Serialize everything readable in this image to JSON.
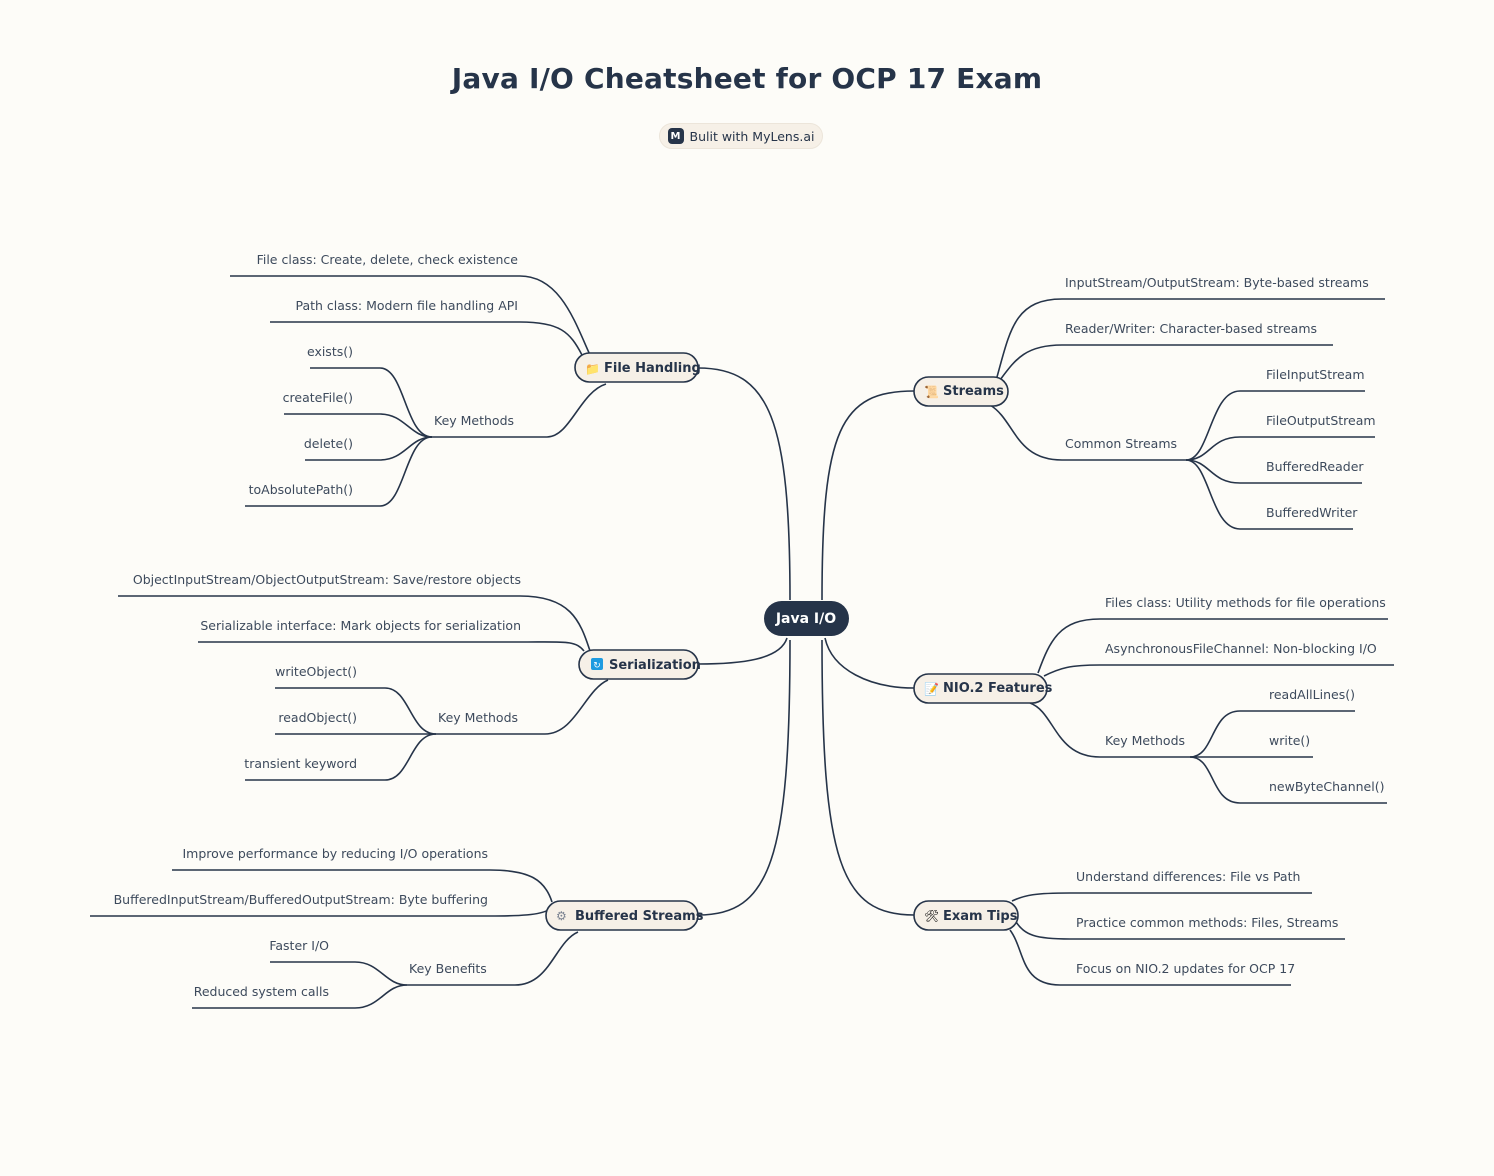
{
  "title": "Java I/O Cheatsheet for OCP 17 Exam",
  "badge": {
    "logo": "M",
    "text": "Bulit with MyLens.ai"
  },
  "colors": {
    "ink": "#263449",
    "node_fill": "#f6f0e7",
    "background": "#fdfcf8"
  },
  "root": {
    "label": "Java I/O"
  },
  "branches": {
    "file_handling": {
      "icon": "folder-icon",
      "label": "File Handling",
      "items": [
        "File class: Create, delete, check existence",
        "Path class: Modern file handling API"
      ],
      "group": {
        "label": "Key Methods",
        "items": [
          "exists()",
          "createFile()",
          "delete()",
          "toAbsolutePath()"
        ]
      }
    },
    "serialization": {
      "icon": "sync-icon",
      "label": "Serialization",
      "items": [
        "ObjectInputStream/ObjectOutputStream: Save/restore objects",
        "Serializable interface: Mark objects for serialization"
      ],
      "group": {
        "label": "Key Methods",
        "items": [
          "writeObject()",
          "readObject()",
          "transient keyword"
        ]
      }
    },
    "buffered_streams": {
      "icon": "gear-icon",
      "label": "Buffered Streams",
      "items": [
        "Improve performance by reducing I/O operations",
        "BufferedInputStream/BufferedOutputStream: Byte buffering"
      ],
      "group": {
        "label": "Key Benefits",
        "items": [
          "Faster I/O",
          "Reduced system calls"
        ]
      }
    },
    "streams": {
      "icon": "scroll-icon",
      "label": "Streams",
      "items": [
        "InputStream/OutputStream: Byte-based streams",
        "Reader/Writer: Character-based streams"
      ],
      "group": {
        "label": "Common Streams",
        "items": [
          "FileInputStream",
          "FileOutputStream",
          "BufferedReader",
          "BufferedWriter"
        ]
      }
    },
    "nio2": {
      "icon": "memo-icon",
      "label": "NIO.2 Features",
      "items": [
        "Files class: Utility methods for file operations",
        "AsynchronousFileChannel: Non-blocking I/O"
      ],
      "group": {
        "label": "Key Methods",
        "items": [
          "readAllLines()",
          "write()",
          "newByteChannel()"
        ]
      }
    },
    "exam_tips": {
      "icon": "tools-icon",
      "label": "Exam Tips",
      "items": [
        "Understand differences: File vs Path",
        "Practice common methods: Files, Streams",
        "Focus on NIO.2 updates for OCP 17"
      ]
    }
  }
}
